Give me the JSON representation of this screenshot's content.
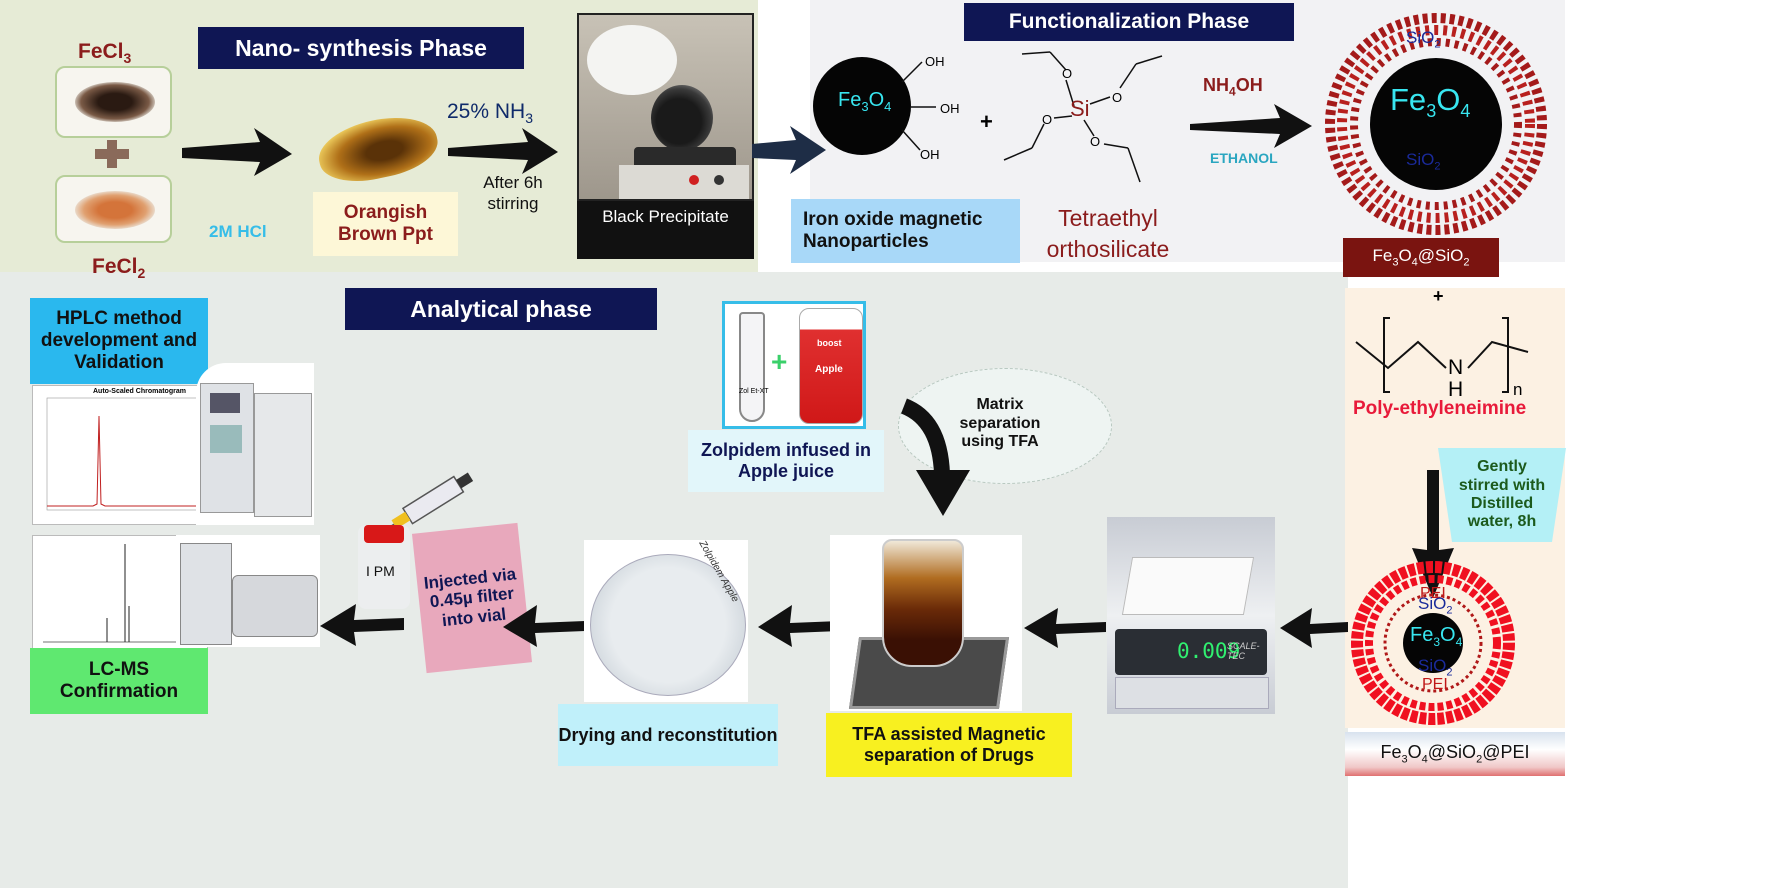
{
  "synthesis": {
    "title": "Nano- synthesis Phase",
    "fecl3": "FeCl",
    "fecl3_sub": "3",
    "fecl2": "FeCl",
    "fecl2_sub": "2",
    "hcl": "2M HCl",
    "orange_ppt": "Orangish Brown Ppt",
    "nh3": "25% NH",
    "nh3_sub": "3",
    "after": "After 6h stirring",
    "black_ppt": "Black Precipitate"
  },
  "functionalization": {
    "title": "Functionalization Phase",
    "core_a": "Fe",
    "core_a_sub1": "3",
    "core_a_mid": "O",
    "core_a_sub2": "4",
    "oh": "OH",
    "plus": "+",
    "si": "Si",
    "o": "O",
    "nh4oh": "NH",
    "nh4oh_sub": "4",
    "nh4oh_end": "OH",
    "ethanol": "ETHANOL",
    "sio2": "SiO",
    "sio2_sub": "2",
    "iron_label": "Iron oxide magnetic Nanoparticles",
    "teos_line1": "Tetraethyl",
    "teos_line2": "orthosilicate",
    "fe3o4_sio2_label": "Fe3O4@SiO2"
  },
  "pei": {
    "plus": "+",
    "n": "N",
    "h": "H",
    "sub_n": "n",
    "name": "Poly-ethyleneimine",
    "stirred": "Gently stirred with Distilled water, 8h",
    "pei_text": "PEI",
    "final_label": "Fe3O4@SiO2@PEI"
  },
  "analytical": {
    "title": "Analytical phase",
    "hplc": "HPLC method development and Validation",
    "chrom_title": "Auto-Scaled Chromatogram",
    "lcms": "LC-MS Confirmation",
    "injected": "Injected via 0.45µ filter into vial",
    "vial_label": "I PM",
    "drying": "Drying and reconstitution",
    "dish_writing": "Zolpidem Apple",
    "tfa_sep": "TFA assisted Magnetic separation of Drugs",
    "matrix": "Matrix separation using TFA",
    "zolpidem": "Zolpidem infused in Apple juice",
    "scale_reading": "0.009",
    "scale_brand": "SCALE-TEC",
    "flask_label": "Zol Et-XT",
    "pack_brand": "boost",
    "pack_label": "Apple"
  },
  "colors": {
    "navy": "#0f1654",
    "maroon": "#8b1c1c",
    "cyan": "#38e6f0",
    "lightblue": "#a8d8f8",
    "green": "#5fe870",
    "yellow": "#f8f020",
    "pink": "#e8a8bc",
    "lightcyan": "#c0f0fa"
  }
}
